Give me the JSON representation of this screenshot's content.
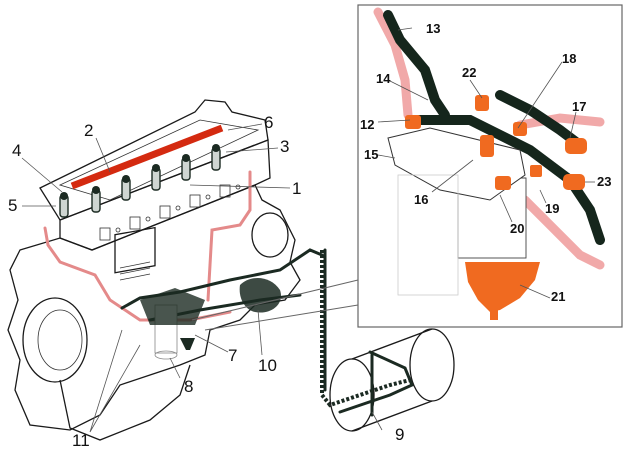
{
  "diagram": {
    "title": "Engine fuel system component locations",
    "main_view": {
      "callouts": [
        {
          "id": "1",
          "text": "1"
        },
        {
          "id": "2",
          "text": "2"
        },
        {
          "id": "3",
          "text": "3"
        },
        {
          "id": "4",
          "text": "4"
        },
        {
          "id": "5",
          "text": "5"
        },
        {
          "id": "6",
          "text": "6"
        },
        {
          "id": "7",
          "text": "7"
        },
        {
          "id": "8",
          "text": "8"
        },
        {
          "id": "9",
          "text": "9"
        },
        {
          "id": "10",
          "text": "10"
        },
        {
          "id": "11",
          "text": "11"
        }
      ]
    },
    "inset_view": {
      "callouts": [
        {
          "id": "12",
          "text": "12"
        },
        {
          "id": "13",
          "text": "13"
        },
        {
          "id": "14",
          "text": "14"
        },
        {
          "id": "15",
          "text": "15"
        },
        {
          "id": "16",
          "text": "16"
        },
        {
          "id": "17",
          "text": "17"
        },
        {
          "id": "18",
          "text": "18"
        },
        {
          "id": "19",
          "text": "19"
        },
        {
          "id": "20",
          "text": "20"
        },
        {
          "id": "21",
          "text": "21"
        },
        {
          "id": "22",
          "text": "22"
        },
        {
          "id": "23",
          "text": "23"
        }
      ]
    },
    "colors": {
      "fuel_rail_red": "#d42a10",
      "return_line_pink": "#e48a8a",
      "supply_line_black": "#15261c",
      "highlight_orange": "#f06a20",
      "outline": "#1a1a1a"
    }
  }
}
